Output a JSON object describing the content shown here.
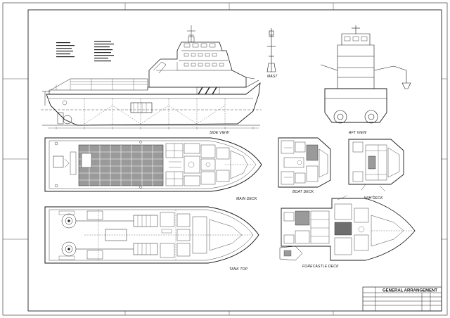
{
  "views": {
    "side_view": "SIDE VIEW",
    "mast": "MAST",
    "aft_view": "AFT VIEW",
    "main_deck": "MAIN DECK",
    "boat_deck": "BOAT DECK",
    "wh_deck": "W/H DECK",
    "tank_top": "TANK TOP",
    "forecastle_deck": "FORECASTLE DECK"
  },
  "title_block": {
    "title": "GENERAL ARRANGEMENT"
  },
  "colors": {
    "line": "#1a1a1a",
    "fill_dark": "#6e6e6e",
    "fill_mid": "#9a9a9a",
    "background": "#ffffff"
  }
}
